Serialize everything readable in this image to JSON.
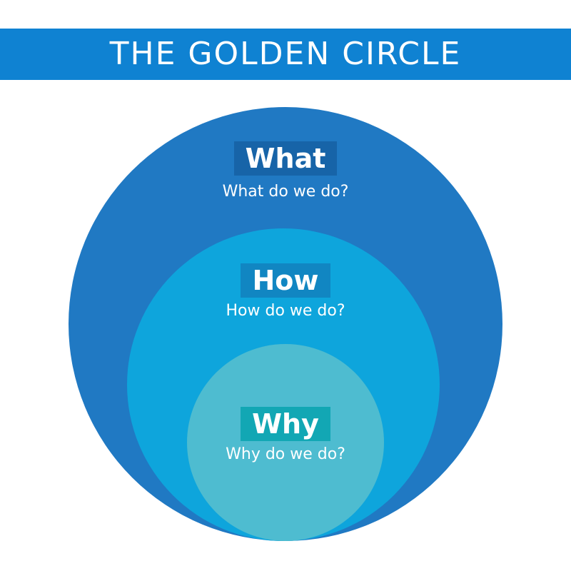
{
  "header": {
    "title": "THE GOLDEN CIRCLE"
  },
  "circles": [
    {
      "id": "what",
      "label": "What",
      "question": "What do we do?"
    },
    {
      "id": "how",
      "label": "How",
      "question": "How do we do?"
    },
    {
      "id": "why",
      "label": "Why",
      "question": "Why do we do?"
    }
  ],
  "colors": {
    "banner": "#0f82d2",
    "outer_circle": "#2079c3",
    "middle_circle": "#0ea5dc",
    "inner_circle": "#4ebcd0",
    "what_tag": "#1764a8",
    "how_tag": "#1186c2",
    "why_tag": "#12a7b4"
  }
}
